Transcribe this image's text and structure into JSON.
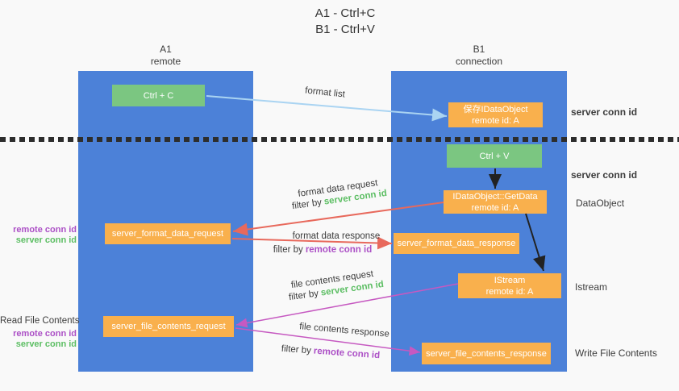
{
  "title": {
    "line1": "A1 - Ctrl+C",
    "line2": "B1 - Ctrl+V"
  },
  "columns": {
    "a1": {
      "name": "A1",
      "subtitle": "remote"
    },
    "b1": {
      "name": "B1",
      "subtitle": "connection"
    }
  },
  "boxes": {
    "ctrl_c": {
      "label": "Ctrl + C"
    },
    "ctrl_v": {
      "label": "Ctrl + V"
    },
    "save_dataobject": {
      "line1": "保存IDataObject",
      "line2": "remote id: A"
    },
    "getdata": {
      "line1": "IDataObject::GetData",
      "line2": "remote id: A"
    },
    "istream": {
      "line1": "IStream",
      "line2": "remote id: A"
    },
    "format_request": {
      "label": "server_format_data_request"
    },
    "format_response": {
      "label": "server_format_data_response"
    },
    "file_request": {
      "label": "server_file_contents_request"
    },
    "file_response": {
      "label": "server_file_contents_response"
    }
  },
  "flow_labels": {
    "format_list": "format list",
    "format_data_request": "format data request",
    "format_data_response": "format data response",
    "file_contents_request": "file contents request",
    "file_contents_response": "file contents response",
    "filter_by": "filter by",
    "server_conn_id": "server conn id",
    "remote_conn_id": "remote conn id"
  },
  "side_labels": {
    "server_conn_id_top": "server conn id",
    "server_conn_id_mid": "server conn id",
    "dataobject": "DataObject",
    "istream": "Istream",
    "write_file_contents": "Write File Contents",
    "read_file_contents": "Read File Contents",
    "remote_conn_id": "remote conn id",
    "server_conn_id": "server conn id"
  },
  "colors": {
    "column_blue": "#4C81D8",
    "box_green": "#7BC681",
    "box_orange": "#F9B04D",
    "server_conn_green": "#5CBE63",
    "remote_conn_purple": "#AC50C6",
    "format_arrow_red": "#E8695C",
    "file_arrow_magenta": "#C659C1",
    "format_list_arrow_blue": "#AAD4F2",
    "black_arrow": "#222222",
    "text_dark": "#3C3C3C"
  }
}
